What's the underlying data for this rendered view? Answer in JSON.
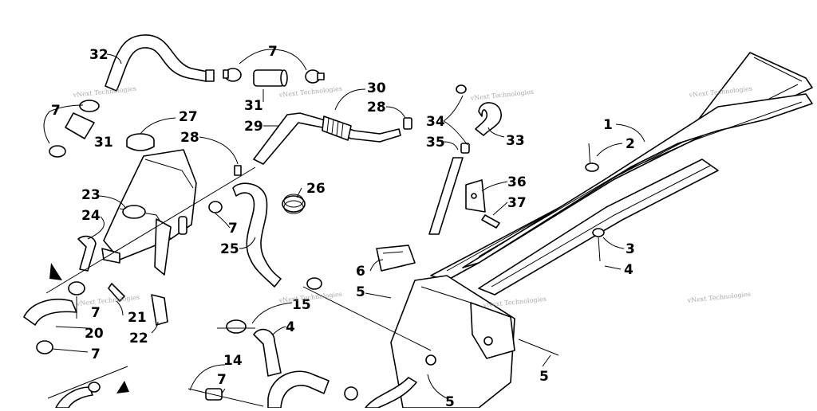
{
  "diagram": {
    "callouts": [
      {
        "id": "c32",
        "text": "32"
      },
      {
        "id": "c7a",
        "text": "7"
      },
      {
        "id": "c31a",
        "text": "31"
      },
      {
        "id": "c30",
        "text": "30"
      },
      {
        "id": "c28a",
        "text": "28"
      },
      {
        "id": "c29",
        "text": "29"
      },
      {
        "id": "c7b",
        "text": "7"
      },
      {
        "id": "c31b",
        "text": "31"
      },
      {
        "id": "c27",
        "text": "27"
      },
      {
        "id": "c28b",
        "text": "28"
      },
      {
        "id": "c23",
        "text": "23"
      },
      {
        "id": "c24",
        "text": "24"
      },
      {
        "id": "c26",
        "text": "26"
      },
      {
        "id": "c7c",
        "text": "7"
      },
      {
        "id": "c25",
        "text": "25"
      },
      {
        "id": "c34",
        "text": "34"
      },
      {
        "id": "c35",
        "text": "35"
      },
      {
        "id": "c33",
        "text": "33"
      },
      {
        "id": "c1",
        "text": "1"
      },
      {
        "id": "c2",
        "text": "2"
      },
      {
        "id": "c36",
        "text": "36"
      },
      {
        "id": "c37",
        "text": "37"
      },
      {
        "id": "c3",
        "text": "3"
      },
      {
        "id": "c4a",
        "text": "4"
      },
      {
        "id": "c6",
        "text": "6"
      },
      {
        "id": "c5a",
        "text": "5"
      },
      {
        "id": "c21",
        "text": "21"
      },
      {
        "id": "c22",
        "text": "22"
      },
      {
        "id": "c20",
        "text": "20"
      },
      {
        "id": "c7d",
        "text": "7"
      },
      {
        "id": "c7e",
        "text": "7"
      },
      {
        "id": "c15",
        "text": "15"
      },
      {
        "id": "c4b",
        "text": "4"
      },
      {
        "id": "c14",
        "text": "14"
      },
      {
        "id": "c7f",
        "text": "7"
      },
      {
        "id": "c5b",
        "text": "5"
      }
    ],
    "watermark": "vNext Technologies"
  }
}
